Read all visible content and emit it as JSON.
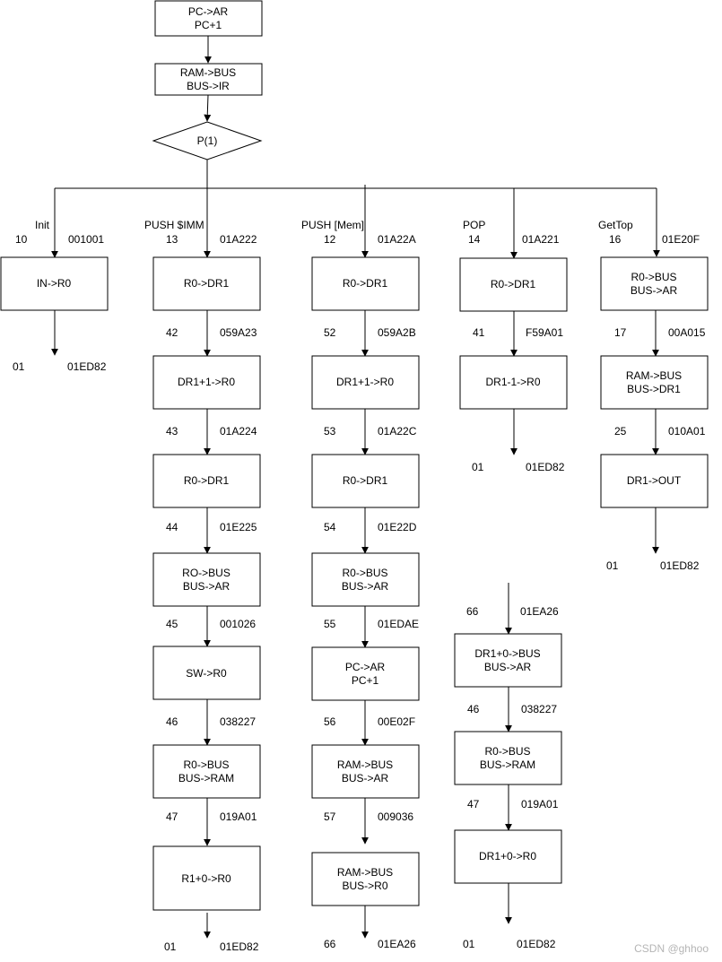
{
  "watermark": "CSDN @ghhoo",
  "top": {
    "fetch": [
      "PC->AR",
      "PC+1"
    ],
    "load_ir": [
      "RAM->BUS",
      "BUS->IR"
    ],
    "decision": "P(1)"
  },
  "columns": [
    {
      "name": "Init",
      "addr": "10",
      "code": "001001",
      "steps": [
        {
          "lines": [
            "IN->R0"
          ],
          "addr": "01",
          "code": "01ED82"
        }
      ]
    },
    {
      "name": "PUSH $IMM",
      "addr": "13",
      "code": "01A222",
      "steps": [
        {
          "lines": [
            "R0->DR1"
          ],
          "addr": "42",
          "code": "059A23"
        },
        {
          "lines": [
            "DR1+1->R0"
          ],
          "addr": "43",
          "code": "01A224"
        },
        {
          "lines": [
            "R0->DR1"
          ],
          "addr": "44",
          "code": "01E225"
        },
        {
          "lines": [
            "RO->BUS",
            "BUS->AR"
          ],
          "addr": "45",
          "code": "001026"
        },
        {
          "lines": [
            "SW->R0"
          ],
          "addr": "46",
          "code": "038227"
        },
        {
          "lines": [
            "R0->BUS",
            "BUS->RAM"
          ],
          "addr": "47",
          "code": "019A01"
        },
        {
          "lines": [
            "R1+0->R0"
          ],
          "addr": "01",
          "code": "01ED82"
        }
      ]
    },
    {
      "name": "PUSH [Mem]",
      "addr": "12",
      "code": "01A22A",
      "steps": [
        {
          "lines": [
            "R0->DR1"
          ],
          "addr": "52",
          "code": "059A2B"
        },
        {
          "lines": [
            "DR1+1->R0"
          ],
          "addr": "53",
          "code": "01A22C"
        },
        {
          "lines": [
            "R0->DR1"
          ],
          "addr": "54",
          "code": "01E22D"
        },
        {
          "lines": [
            "R0->BUS",
            "BUS->AR"
          ],
          "addr": "55",
          "code": "01EDAE"
        },
        {
          "lines": [
            "PC->AR",
            "PC+1"
          ],
          "addr": "56",
          "code": "00E02F"
        },
        {
          "lines": [
            "RAM->BUS",
            "BUS->AR"
          ],
          "addr": "57",
          "code": "009036"
        },
        {
          "lines": [
            "RAM->BUS",
            "BUS->R0"
          ],
          "addr": "66",
          "code": "01EA26"
        }
      ]
    },
    {
      "name": "POP",
      "addr": "14",
      "code": "01A221",
      "steps": [
        {
          "lines": [
            "R0->DR1"
          ],
          "addr": "41",
          "code": "F59A01"
        },
        {
          "lines": [
            "DR1-1->R0"
          ],
          "addr": "01",
          "code": "01ED82"
        }
      ]
    },
    {
      "name": "GetTop",
      "addr": "16",
      "code": "01E20F",
      "steps": [
        {
          "lines": [
            "R0->BUS",
            "BUS->AR"
          ],
          "addr": "17",
          "code": "00A015"
        },
        {
          "lines": [
            "RAM->BUS",
            "BUS->DR1"
          ],
          "addr": "25",
          "code": "010A01"
        },
        {
          "lines": [
            "DR1->OUT"
          ],
          "addr": "01",
          "code": "01ED82"
        }
      ]
    },
    {
      "name": "",
      "addr": "66",
      "code": "01EA26",
      "steps": [
        {
          "lines": [
            "DR1+0->BUS",
            "BUS->AR"
          ],
          "addr": "46",
          "code": "038227"
        },
        {
          "lines": [
            "R0->BUS",
            "BUS->RAM"
          ],
          "addr": "47",
          "code": "019A01"
        },
        {
          "lines": [
            "DR1+0->R0"
          ],
          "addr": "01",
          "code": "01ED82"
        }
      ]
    }
  ]
}
